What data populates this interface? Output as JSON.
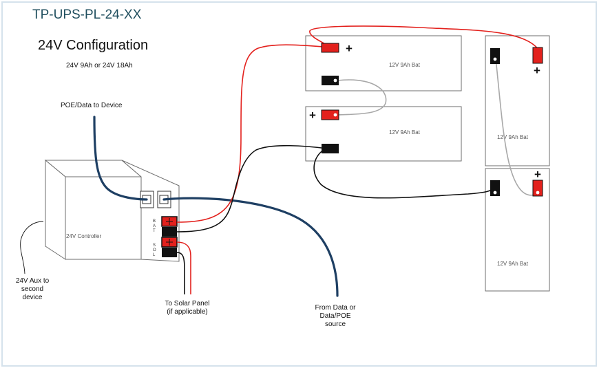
{
  "header": {
    "title": "TP-UPS-PL-24-XX",
    "subtitle": "24V Configuration",
    "caption": "24V 9Ah or 24V 18Ah"
  },
  "labels": {
    "poe_to_device": "POE/Data to Device",
    "aux": [
      "24V Aux to",
      "second",
      "device"
    ],
    "solar": [
      "To Solar Panel",
      "(if applicable)"
    ],
    "poe_source": [
      "From Data or",
      "Data/POE",
      "source"
    ]
  },
  "controller": {
    "label": "24V Controller",
    "bat_letters": [
      "B",
      "A",
      "T"
    ],
    "sol_letters": [
      "S",
      "O",
      "L"
    ]
  },
  "batteries": [
    {
      "label": "12V 9Ah Bat"
    },
    {
      "label": "12V 9Ah Bat"
    },
    {
      "label": "12V 9Ah Bat"
    },
    {
      "label": "12V 9Ah Bat"
    }
  ],
  "symbols": {
    "plus": "+"
  },
  "colors": {
    "title": "#1f4e5e",
    "cable_blue": "#1e3f63",
    "wire_red": "#e3211d",
    "wire_black": "#111111",
    "wire_gray": "#a8a8a8",
    "box_stroke": "#6e6e6e",
    "frame_border": "#d5e2ec"
  }
}
